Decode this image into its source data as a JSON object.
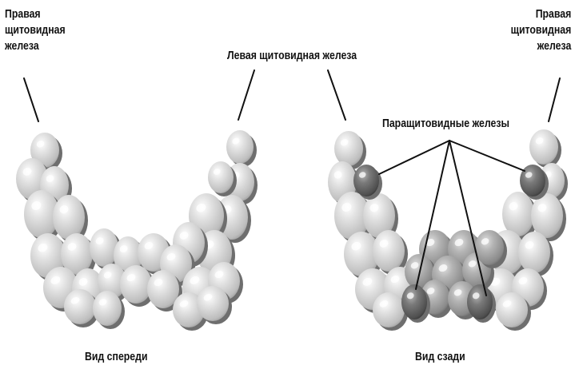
{
  "labels": {
    "right_lobe_front": [
      "Правая",
      "щитовидная",
      "железа"
    ],
    "left_lobe": "Левая щитовидная железа",
    "right_lobe_back": [
      "Правая",
      "щитовидная",
      "железа"
    ],
    "parathyroid": "Паращитовидные железы",
    "front_caption": "Вид спереди",
    "back_caption": "Вид сзади"
  },
  "colors": {
    "ink": "#111111",
    "thyroid_light": "#d2d2d2",
    "thyroid_mid": "#a8a8a8",
    "parathyroid": "#6a6a6a",
    "parathyroid_shade": "#3f3f3f"
  }
}
